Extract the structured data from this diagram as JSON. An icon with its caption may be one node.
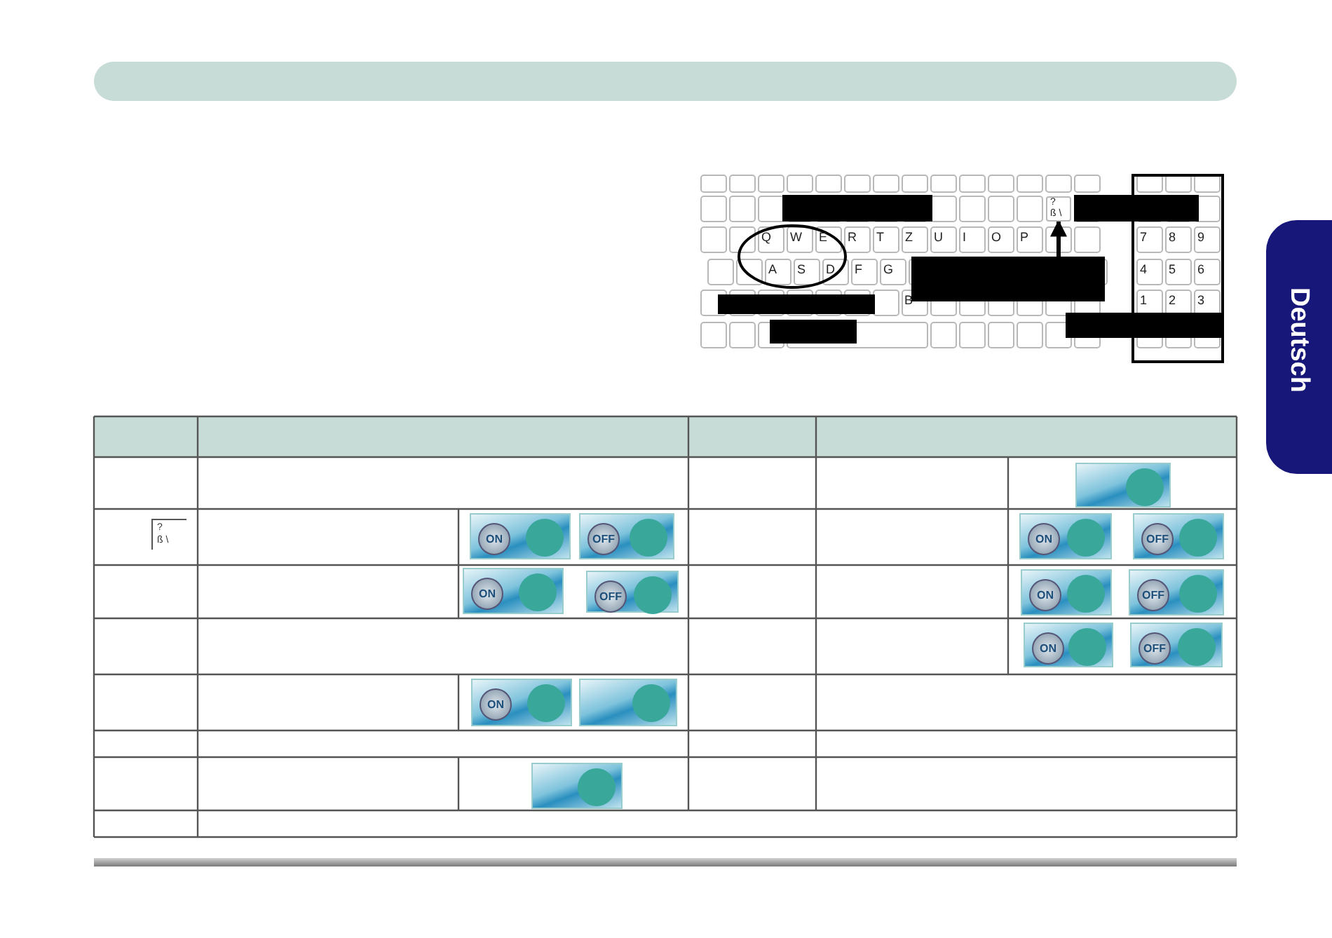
{
  "diagram": {
    "nodes": [
      {
        "text": [],
        "shape": "box"
      },
      {
        "text": [
          "?",
          "ß \\"
        ]
      }
    ],
    "edges": [
      {
        "from": 0,
        "to": 1,
        "arrow": "to"
      }
    ],
    "labels": [
      "Deutsch",
      "Q",
      "W",
      "E",
      "R",
      "T",
      "Z",
      "U",
      "I",
      "O",
      "P",
      "A",
      "S",
      "D",
      "F",
      "G",
      "B",
      "7",
      "8",
      "9",
      "4",
      "5",
      "6",
      "1",
      "2",
      "3",
      "?",
      "ß \\",
      "ON",
      "OFF",
      "ON",
      "OFF",
      "ON",
      "OFF",
      "ON",
      "OFF",
      "ON",
      "OFF",
      "ON"
    ]
  }
}
